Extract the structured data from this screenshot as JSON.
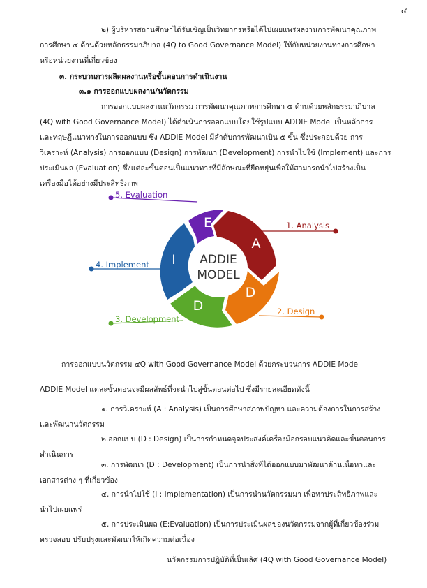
{
  "page_number": "๔",
  "intro": {
    "line1": "๒) ผู้บริหารสถานศึกษาได้รับเชิญเป็นวิทยากรหรือได้ไปเผยแพร่ผลงานการพัฒนาคุณภาพ",
    "line2": "การศึกษา ๔ ด้านด้วยหลักธรรมาภิบาล (4Q to Good Governance Model) ให้กับหน่วยงานทางการศึกษา",
    "line3": "หรือหน่วยงานที่เกี่ยวข้อง"
  },
  "section3": {
    "heading": "๓. กระบวนการผลิตผลงานหรือขั้นตอนการดำเนินงาน",
    "sub_heading": "๓.๑ การออกแบบผลงาน/นวัตกรรม",
    "para": [
      "การออกแบบผลงานนวัตกรรม การพัฒนาคุณภาพการศึกษา ๔ ด้านด้วยหลักธรรมาภิบาล",
      "(4Q with Good  Governance Model) ได้ดำเนินการออกแบบโดยใช้รูปแบบ ADDIE Model  เป็นหลักการ",
      "และทฤษฎีแนวทางในการออกแบบ ซึ่ง ADDIE Model มีลำดับการพัฒนาเป็น ๕ ขั้น ซึ่งประกอบด้วย การ",
      "วิเคราะห์ (Analysis) การออกแบบ (Design) การพัฒนา (Development) การนำไปใช้  (Implement) และการ",
      "ประเมินผล (Evaluation) ซึ่งแต่ละขั้นตอนเป็นแนวทางที่มีลักษณะที่ยืดหยุ่นเพื่อให้สามารถนำไปสร้างเป็น",
      "เครื่องมือได้อย่างมีประสิทธิภาพ"
    ]
  },
  "diagram": {
    "center_line1": "ADDIE",
    "center_line2": "MODEL",
    "segments": [
      {
        "letter": "A",
        "label": "1. Analysis",
        "color": "#9a1a1a"
      },
      {
        "letter": "D",
        "label": "2. Design",
        "color": "#e8760e"
      },
      {
        "letter": "D",
        "label": "3. Development",
        "color": "#5aa92b"
      },
      {
        "letter": "I",
        "label": "4. Implement",
        "color": "#1f5fa3"
      },
      {
        "letter": "E",
        "label": "5. Evaluation",
        "color": "#6a22b0"
      }
    ]
  },
  "caption": "การออกแบบนวัตกรรม ๔Q with Good  Governance Model  ด้วยกระบวนการ ADDIE Model",
  "steps_intro": "ADDIE Model แต่ละขั้นตอนจะมีผลลัพธ์ที่จะนำไปสู่ขั้นตอนต่อไป ซึ่งมีรายละเอียดดังนี้",
  "steps": [
    {
      "line1": "๑. การวิเคราะห์ (A : Analysis) เป็นการศึกษาสภาพปัญหา และความต้องการในการสร้าง",
      "line2": "และพัฒนานวัตกรรม"
    },
    {
      "line1": "๒.ออกแบบ (D : Design) เป็นการกำหนดจุดประสงค์เครื่องมือกรอบแนวคิดและขั้นตอนการ",
      "line2": "ดำเนินการ"
    },
    {
      "line1": "๓. การพัฒนา (D : Development) เป็นการนำสิ่งที่ได้ออกแบบมาพัฒนาด้านเนื้อหาและ",
      "line2": "เอกสารต่าง ๆ ที่เกี่ยวข้อง"
    },
    {
      "line1": "๔. การนำไปใช้ (I : Implementation) เป็นการนำนวัตกรรมมา เพื่อหาประสิทธิภาพและ",
      "line2": "นำไปเผยแพร่"
    },
    {
      "line1": "๕. การประเมินผล (E:Evaluation) เป็นการประเมินผลของนวัตกรรมจากผู้ที่เกี่ยวข้องร่วม",
      "line2": "ตรวจสอบ ปรับปรุงและพัฒนาให้เกิดความต่อเนื่อง"
    }
  ],
  "footer": "นวัตกรรมการปฏิบัติที่เป็นเลิศ (4Q with Good Governance Model)"
}
